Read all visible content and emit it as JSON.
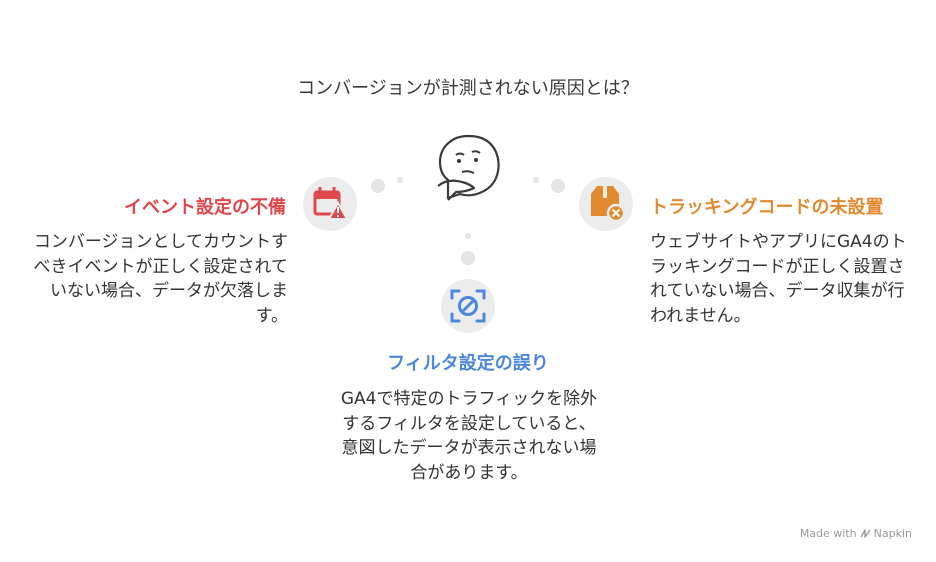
{
  "title": "コンバージョンが計測されない原因とは？",
  "items": [
    {
      "heading": "イベント設定の不備",
      "description": "コンバージョンとしてカウントすべきイベントが正しく設定されていない場合、データが欠落します。",
      "color": "#e0474c",
      "icon": "calendar-warning-icon"
    },
    {
      "heading": "フィルタ設定の誤り",
      "description": "GA4で特定のトラフィックを除外するフィルタを設定していると、意図したデータが表示されない場合があります。",
      "color": "#4a87dd",
      "icon": "filter-block-icon"
    },
    {
      "heading": "トラッキングコードの未設置",
      "description": "ウェブサイトやアプリにGA4のトラッキングコードが正しく設置されていない場合、データ収集が行われません。",
      "color": "#e28a30",
      "icon": "package-cancel-icon"
    }
  ],
  "footer": {
    "made_with": "Made with",
    "brand": "Napkin"
  }
}
